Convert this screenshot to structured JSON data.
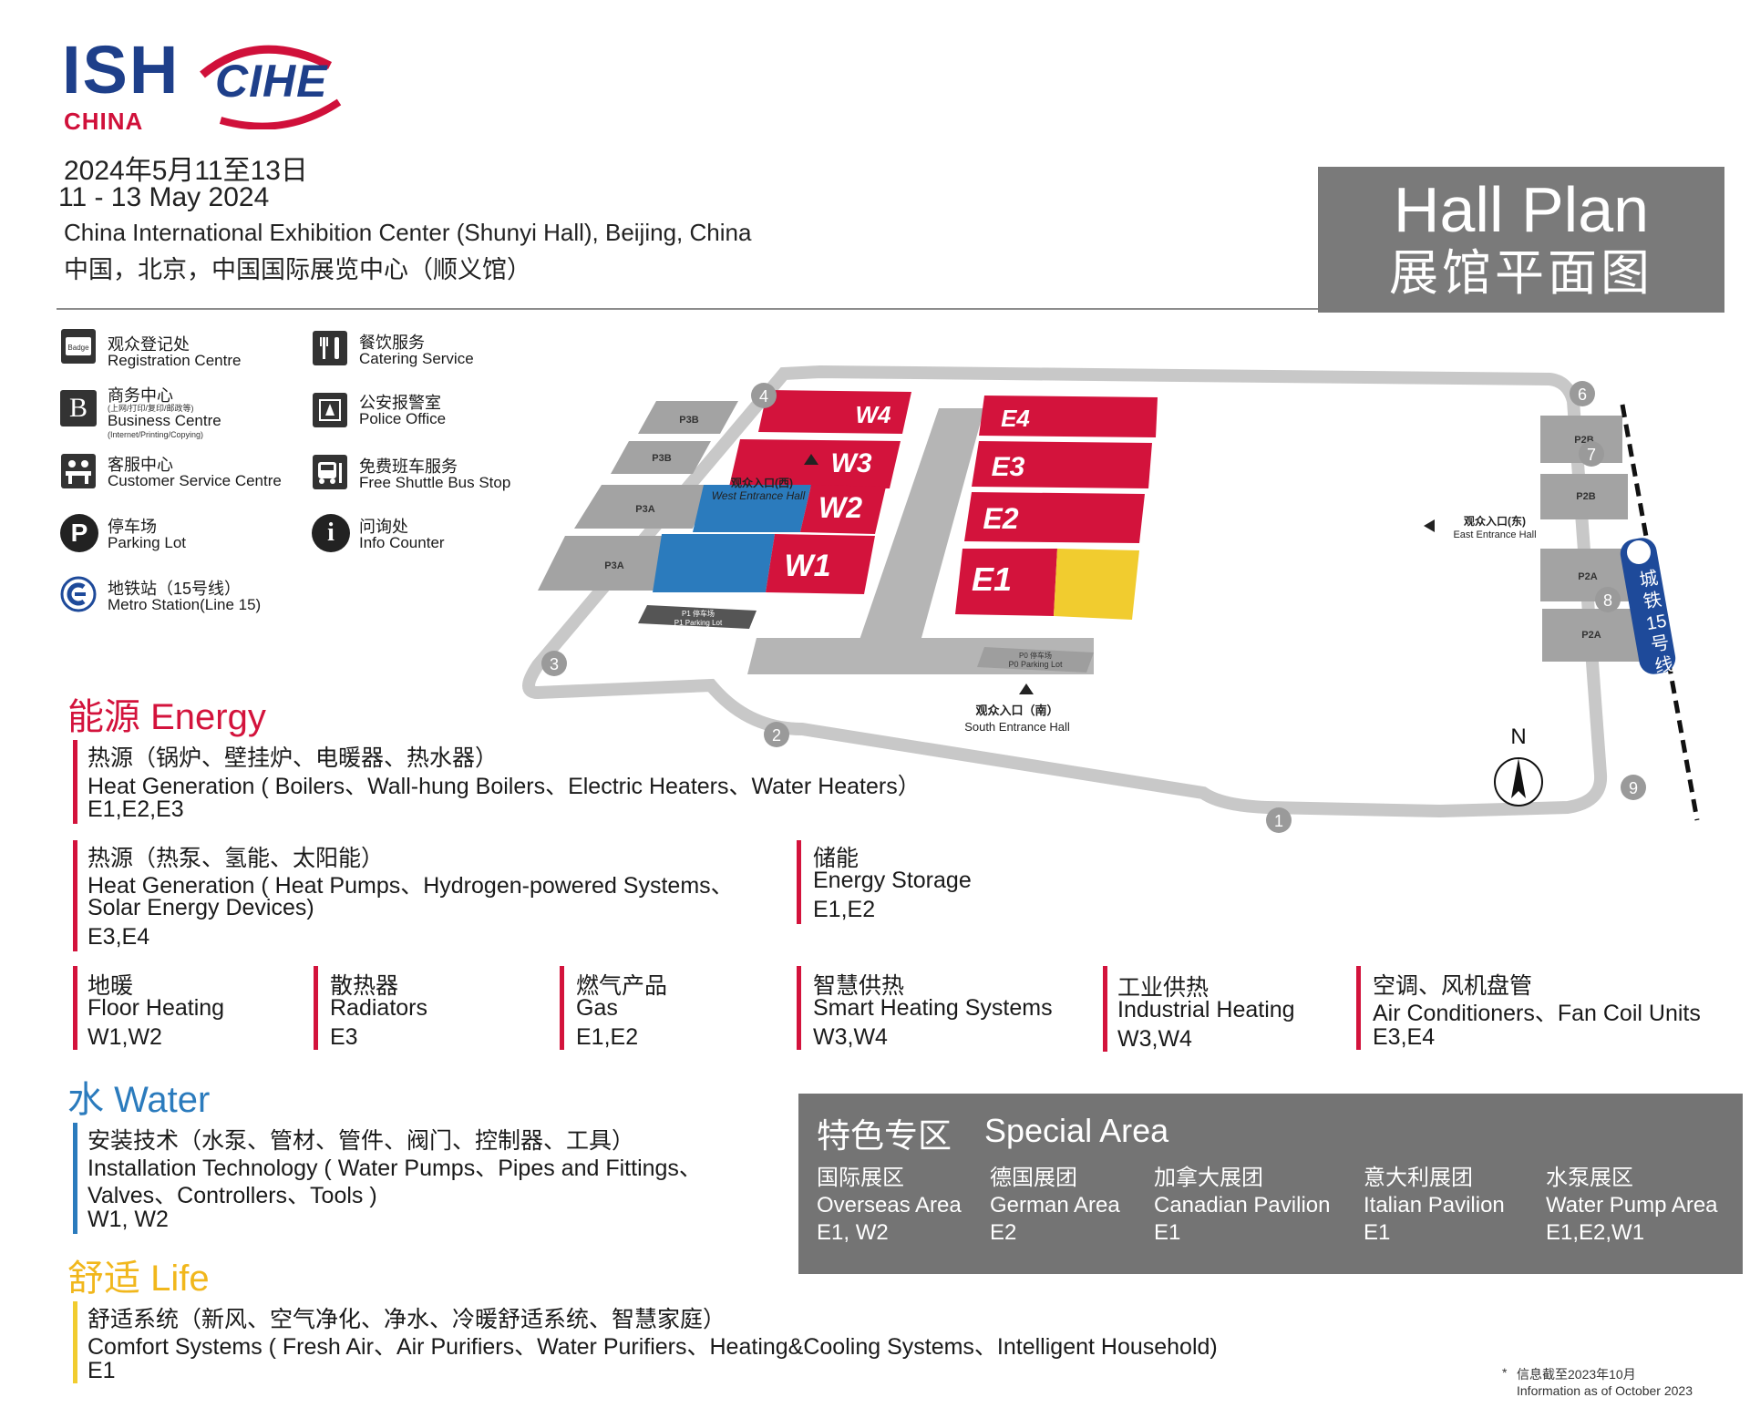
{
  "logos": {
    "ish": "ISH",
    "ish_sub": "CHINA",
    "cihe": "CIHE"
  },
  "header": {
    "date_cn": "2024年5月11至13日",
    "date_en": "11 - 13 May 2024",
    "venue_en": "China International Exhibition Center (Shunyi Hall), Beijing, China",
    "venue_cn": "中国，北京，中国国际展览中心（顺义馆）",
    "title_en": "Hall Plan",
    "title_cn": "展馆平面图"
  },
  "legend": [
    {
      "icon": "badge-icon",
      "cn": "观众登记处",
      "en": "Registration Centre",
      "badge": "Badge"
    },
    {
      "icon": "business-centre-icon",
      "cn": "商务中心",
      "small": "(上网/打印/复印/邮政等)",
      "en": "Business Centre",
      "small2": "(Internet/Printing/Copying)",
      "glyph": "B"
    },
    {
      "icon": "customer-service-icon",
      "cn": "客服中心",
      "en": "Customer Service Centre"
    },
    {
      "icon": "parking-icon",
      "cn": "停车场",
      "en": "Parking Lot",
      "glyph": "P"
    },
    {
      "icon": "metro-icon",
      "cn": "地铁站（15号线）",
      "en": "Metro Station(Line 15)"
    },
    {
      "icon": "catering-icon",
      "cn": "餐饮服务",
      "en": "Catering Service"
    },
    {
      "icon": "police-icon",
      "cn": "公安报警室",
      "en": "Police Office"
    },
    {
      "icon": "shuttle-bus-icon",
      "cn": "免费班车服务",
      "en": "Free Shuttle Bus Stop"
    },
    {
      "icon": "info-icon",
      "cn": "问询处",
      "en": "Info Counter",
      "glyph": "i"
    }
  ],
  "map": {
    "halls_west": [
      "W4",
      "W3",
      "W2",
      "W1"
    ],
    "halls_east": [
      "E4",
      "E3",
      "E2",
      "E1"
    ],
    "parking": [
      "P3B",
      "P3B",
      "P3A",
      "P3A",
      "P2B",
      "P2B",
      "P2A",
      "P2A"
    ],
    "p1_lot": "P1 停车场",
    "p1_lot_en": "P1 Parking Lot",
    "p0_lot": "P0 停车场",
    "p0_lot_en": "P0 Parking Lot",
    "west_entrance_cn": "观众入口(西)",
    "west_entrance_en": "West Entrance Hall",
    "east_entrance_cn": "观众入口(东)",
    "east_entrance_en": "East Entrance Hall",
    "south_entrance_cn": "观众入口（南）",
    "south_entrance_en": "South Entrance Hall",
    "gates": [
      "1",
      "2",
      "3",
      "4",
      "6",
      "7",
      "8",
      "9"
    ],
    "north": "N",
    "metro_label": "城铁15号线",
    "colors": {
      "energy": "#d3133c",
      "water": "#2b7bbd",
      "life": "#f1cc2f",
      "road": "#bdbdbd",
      "lot": "#9e9e9e"
    }
  },
  "energy": {
    "title": "能源 Energy",
    "color": "#d3133c",
    "categories": [
      {
        "cn": "热源（锅炉、壁挂炉、电暖器、热水器）",
        "en": "Heat Generation ( Boilers、Wall-hung Boilers、Electric Heaters、Water Heaters）",
        "halls": "E1,E2,E3"
      },
      {
        "cn": "热源（热泵、氢能、太阳能）",
        "en": "Heat Generation ( Heat Pumps、Hydrogen-powered Systems、",
        "en2": "Solar Energy Devices)",
        "halls": "E3,E4"
      },
      {
        "cn": "储能",
        "en": "Energy Storage",
        "halls": "E1,E2"
      },
      {
        "cn": "地暖",
        "en": "Floor Heating",
        "halls": "W1,W2"
      },
      {
        "cn": "散热器",
        "en": "Radiators",
        "halls": "E3"
      },
      {
        "cn": "燃气产品",
        "en": "Gas",
        "halls": "E1,E2"
      },
      {
        "cn": "智慧供热",
        "en": "Smart Heating Systems",
        "halls": "W3,W4"
      },
      {
        "cn": "工业供热",
        "en": "Industrial Heating",
        "halls": "W3,W4"
      },
      {
        "cn": "空调、风机盘管",
        "en": "Air Conditioners、Fan Coil Units",
        "halls": "E3,E4"
      }
    ]
  },
  "water": {
    "title": "水 Water",
    "color": "#2b7bbd",
    "cn": "安装技术（水泵、管材、管件、阀门、控制器、工具）",
    "en": "Installation Technology ( Water Pumps、Pipes and Fittings、",
    "en2": "Valves、Controllers、Tools )",
    "halls": "W1, W2"
  },
  "life": {
    "title": "舒适 Life",
    "color": "#f1b71c",
    "cn": "舒适系统（新风、空气净化、净水、冷暖舒适系统、智慧家庭）",
    "en": "Comfort Systems ( Fresh Air、Air Purifiers、Water Purifiers、Heating&Cooling Systems、Intelligent Household)",
    "halls": "E1"
  },
  "special": {
    "title_cn": "特色专区",
    "title_en": "Special Area",
    "items": [
      {
        "cn": "国际展区",
        "en": "Overseas Area",
        "halls": "E1, W2"
      },
      {
        "cn": "德国展团",
        "en": "German Area",
        "halls": "E2"
      },
      {
        "cn": "加拿大展团",
        "en": "Canadian Pavilion",
        "halls": "E1"
      },
      {
        "cn": "意大利展团",
        "en": "Italian Pavilion",
        "halls": "E1"
      },
      {
        "cn": "水泵展区",
        "en": "Water Pump Area",
        "halls": "E1,E2,W1"
      }
    ]
  },
  "note": {
    "mark": "*",
    "cn": "信息截至2023年10月",
    "en": "Information as of October 2023"
  }
}
